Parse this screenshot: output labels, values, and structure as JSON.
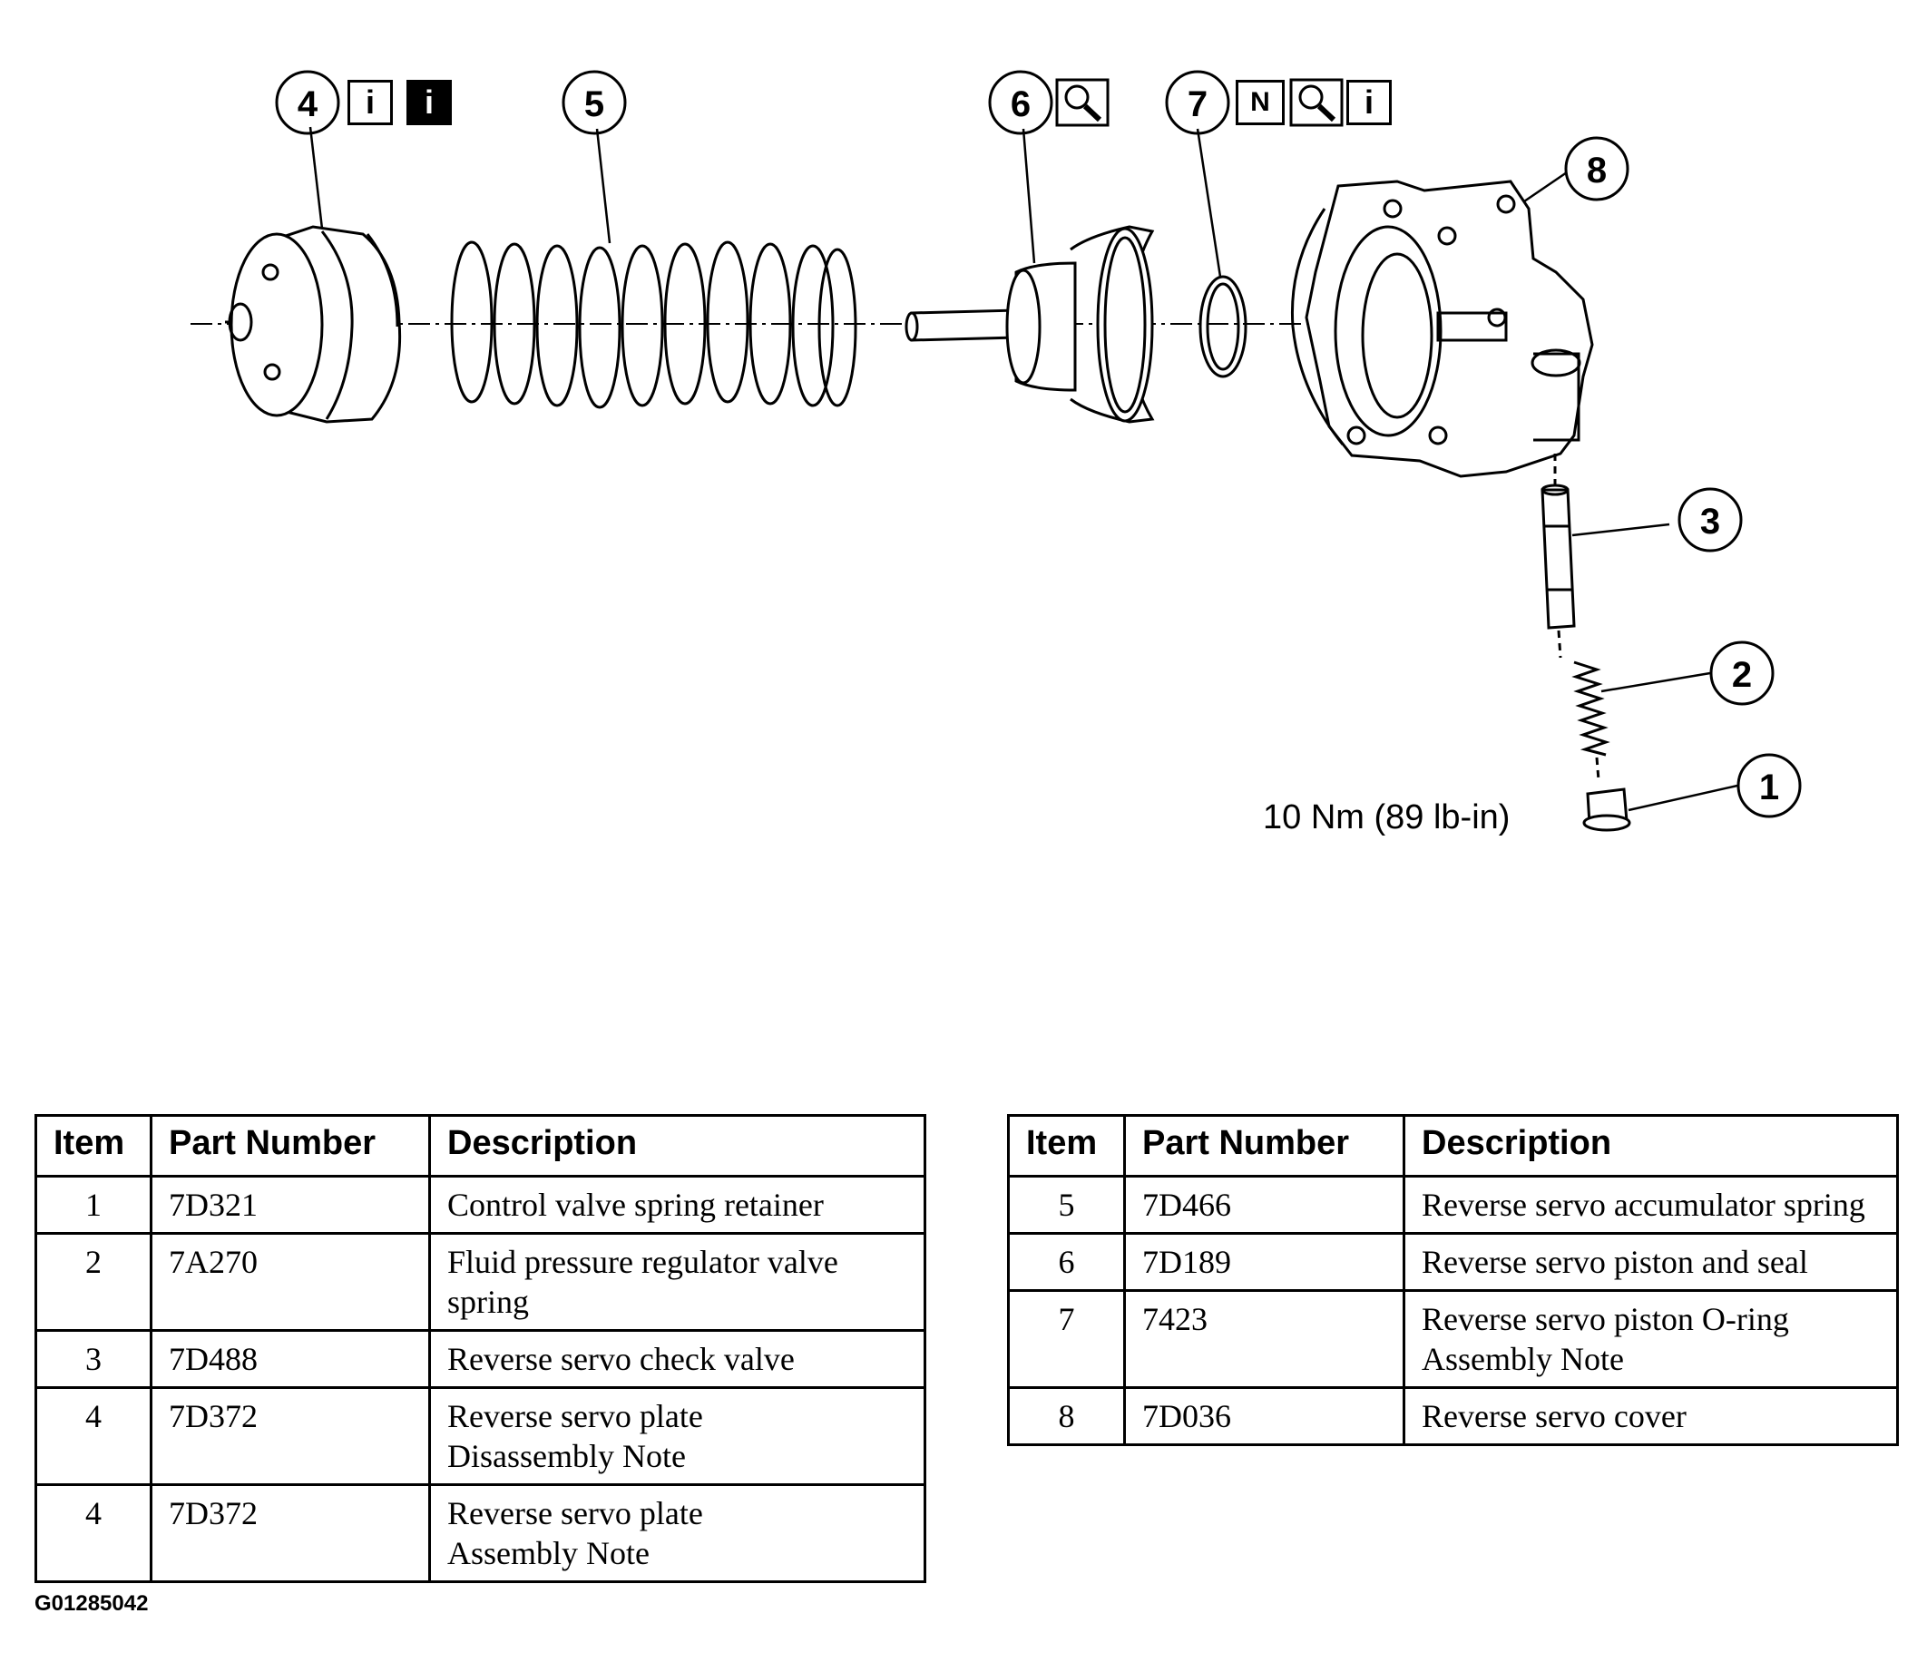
{
  "callouts": [
    "1",
    "2",
    "3",
    "4",
    "5",
    "6",
    "7",
    "8"
  ],
  "icons": {
    "info_letter": "i",
    "new_letter": "N",
    "info_icon": "info-icon",
    "inspect_icon": "magnifier-icon"
  },
  "torque_spec": "10 Nm (89 lb-in)",
  "reference_code": "G01285042",
  "table_headers": {
    "item": "Item",
    "part_number": "Part Number",
    "description": "Description"
  },
  "table_left": [
    {
      "item": "1",
      "part_number": "7D321",
      "description": "Control valve spring retainer"
    },
    {
      "item": "2",
      "part_number": "7A270",
      "description": "Fluid pressure regulator valve spring"
    },
    {
      "item": "3",
      "part_number": "7D488",
      "description": "Reverse servo check valve"
    },
    {
      "item": "4",
      "part_number": "7D372",
      "description": "Reverse servo plate",
      "note": "Disassembly Note"
    },
    {
      "item": "4",
      "part_number": "7D372",
      "description": "Reverse servo plate",
      "note": "Assembly Note"
    }
  ],
  "table_right": [
    {
      "item": "5",
      "part_number": "7D466",
      "description": "Reverse servo accumulator spring"
    },
    {
      "item": "6",
      "part_number": "7D189",
      "description": "Reverse servo piston and seal"
    },
    {
      "item": "7",
      "part_number": "7423",
      "description": "Reverse servo piston O-ring",
      "note": "Assembly Note"
    },
    {
      "item": "8",
      "part_number": "7D036",
      "description": "Reverse servo cover"
    }
  ]
}
